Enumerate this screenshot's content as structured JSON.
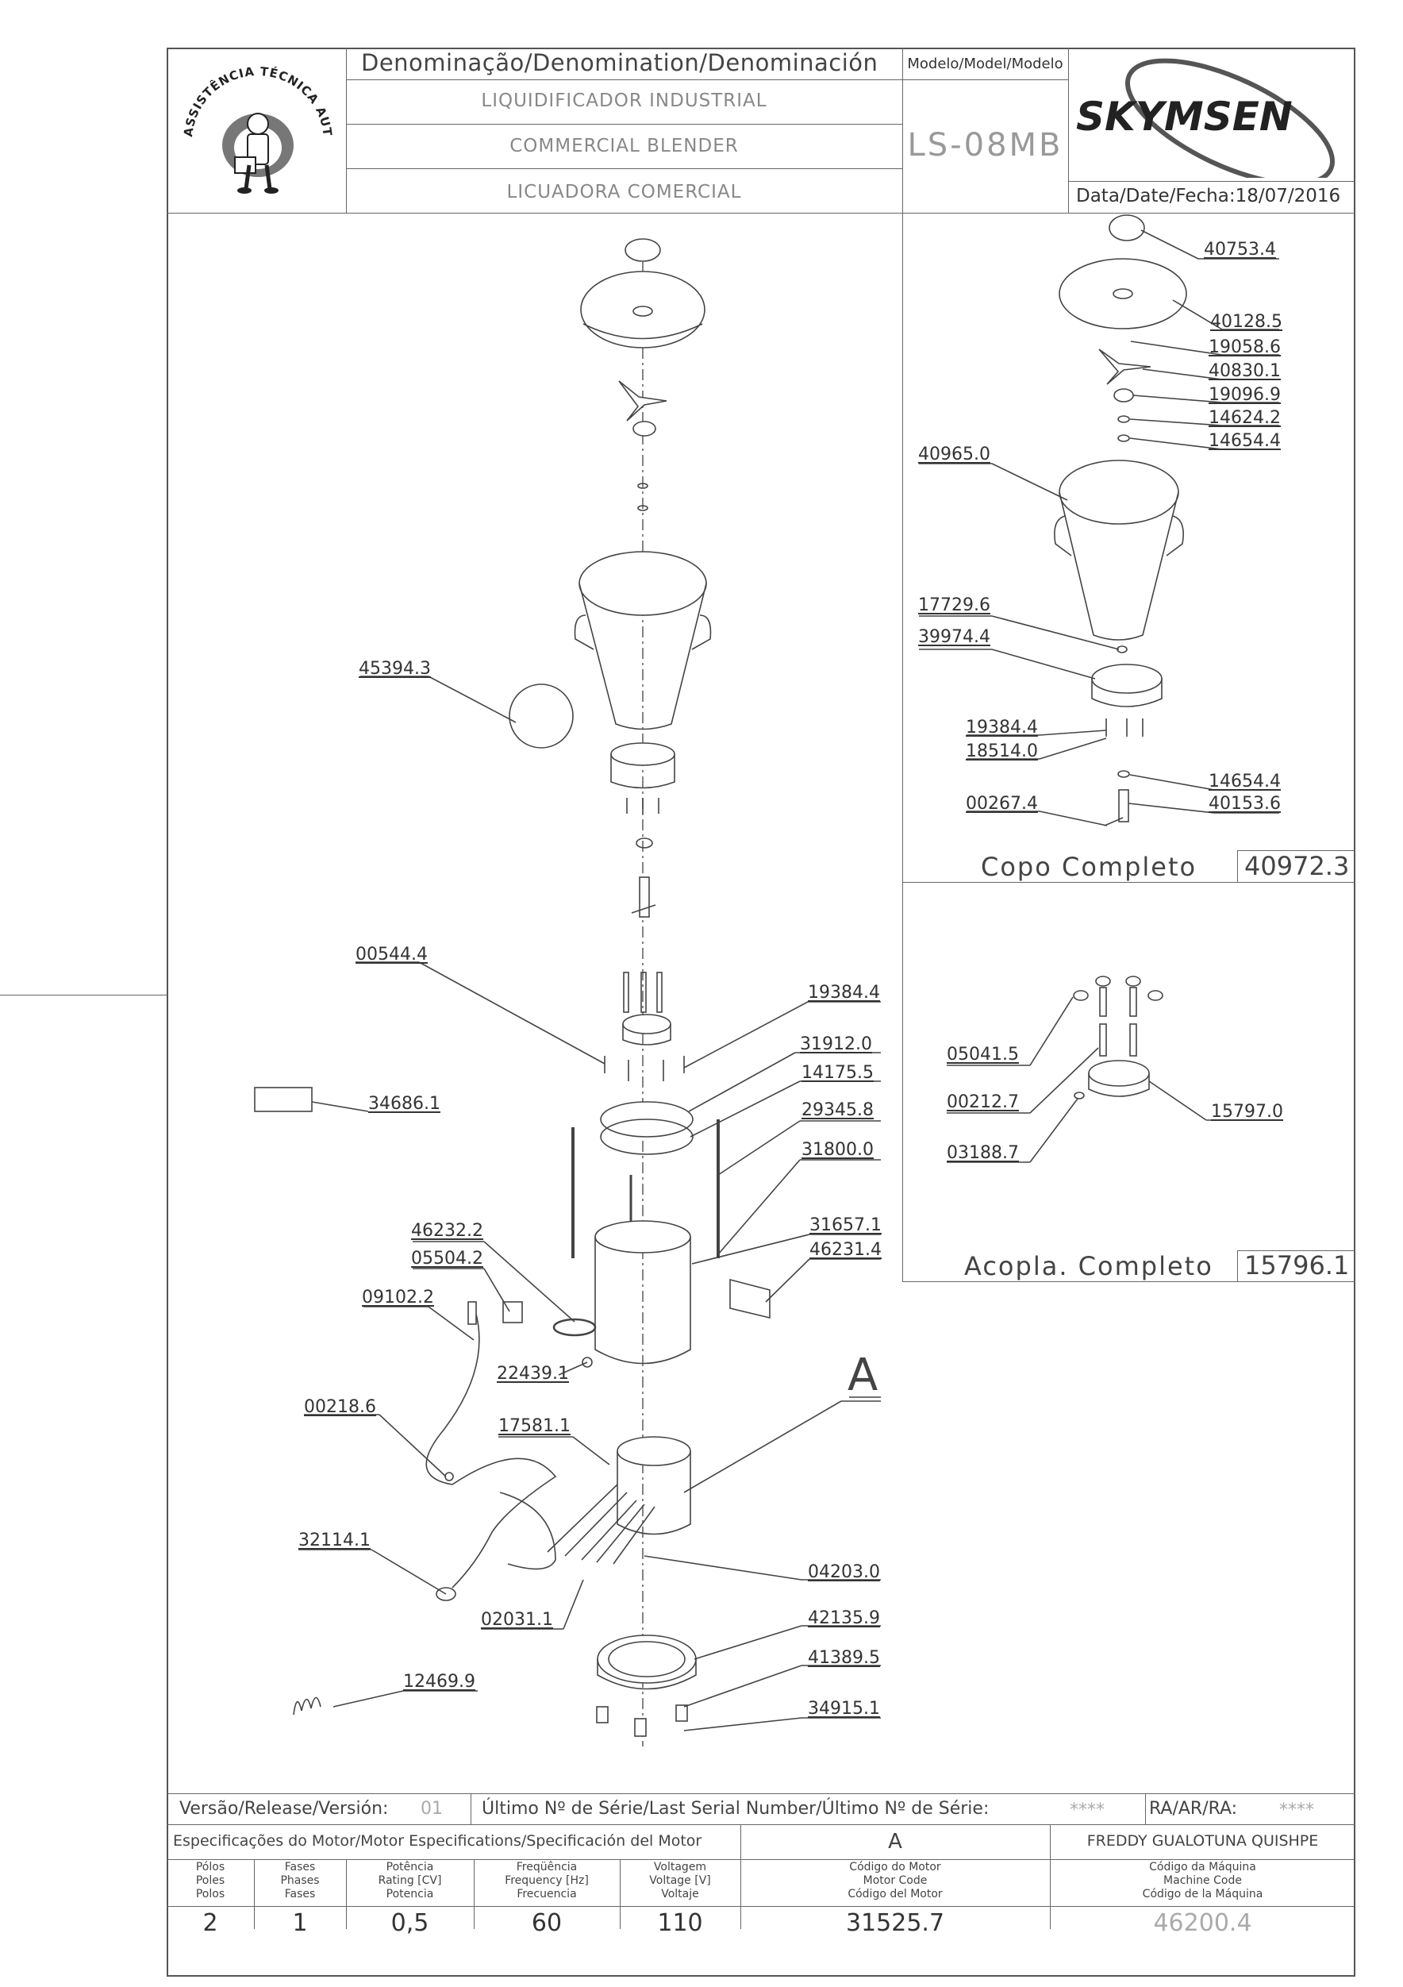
{
  "header": {
    "logo_text": "ASSISTÊNCIA TÉCNICA AUTORIZADA",
    "denomination_label": "Denominação/Denomination/Denominación",
    "name_pt": "LIQUIDIFICADOR INDUSTRIAL",
    "name_en": "COMMERCIAL BLENDER",
    "name_es": "LICUADORA COMERCIAL",
    "model_label": "Modelo/Model/Modelo",
    "model_value": "LS-08MB",
    "brand": "SKYMSEN",
    "date_label": "Data/Date/Fecha:",
    "date_value": "18/07/2016"
  },
  "main_parts": {
    "p45394": "45394.3",
    "p00544": "00544.4",
    "p19384": "19384.4",
    "p31912": "31912.0",
    "p14175": "14175.5",
    "p29345": "29345.8",
    "p31800": "31800.0",
    "p34686": "34686.1",
    "p46232": "46232.2",
    "p05504": "05504.2",
    "p09102": "09102.2",
    "p31657": "31657.1",
    "p46231": "46231.4",
    "p22439": "22439.1",
    "pA": "A",
    "p00218": "00218.6",
    "p17581": "17581.1",
    "p32114": "32114.1",
    "p04203": "04203.0",
    "p02031": "02031.1",
    "p42135": "42135.9",
    "p41389": "41389.5",
    "p12469": "12469.9",
    "p34915": "34915.1"
  },
  "copo": {
    "p40753": "40753.4",
    "p40128": "40128.5",
    "p19058": "19058.6",
    "p40830": "40830.1",
    "p19096": "19096.9",
    "p14624": "14624.2",
    "p14654a": "14654.4",
    "p40965": "40965.0",
    "p17729": "17729.6",
    "p39974": "39974.4",
    "p19384": "19384.4",
    "p18514": "18514.0",
    "p14654b": "14654.4",
    "p00267": "00267.4",
    "p40153": "40153.6",
    "title": "Copo Completo",
    "code": "40972.3"
  },
  "acopla": {
    "p05041": "05041.5",
    "p00212": "00212.7",
    "p03188": "03188.7",
    "p15797": "15797.0",
    "title": "Acopla. Completo",
    "code": "15796.1"
  },
  "footer": {
    "version_label": "Versão/Release/Versión:",
    "version_value": "01",
    "serial_label": "Último Nº de Série/Last Serial Number/Último Nº de Série:",
    "serial_value": "****",
    "ra_label": "RA/AR/RA:",
    "ra_value": "****",
    "motor_spec_label": "Especificações do Motor/Motor Especifications/Specificación del Motor",
    "motor_ref": "A",
    "author": "FREDDY GUALOTUNA QUISHPE",
    "cols": [
      {
        "l1": "Pólos",
        "l2": "Poles",
        "l3": "Polos",
        "value": "2"
      },
      {
        "l1": "Fases",
        "l2": "Phases",
        "l3": "Fases",
        "value": "1"
      },
      {
        "l1": "Potência",
        "l2": "Rating [CV]",
        "l3": "Potencia",
        "value": "0,5"
      },
      {
        "l1": "Freqüência",
        "l2": "Frequency [Hz]",
        "l3": "Frecuencia",
        "value": "60"
      },
      {
        "l1": "Voltagem",
        "l2": "Voltage [V]",
        "l3": "Voltaje",
        "value": "110"
      },
      {
        "l1": "Código do Motor",
        "l2": "Motor Code",
        "l3": "Código del Motor",
        "value": "31525.7"
      },
      {
        "l1": "Código da Máquina",
        "l2": "Machine Code",
        "l3": "Código de la Máquina",
        "value": "46200.4"
      }
    ]
  },
  "colors": {
    "line": "#555555",
    "text": "#333333",
    "muted": "#999999"
  }
}
